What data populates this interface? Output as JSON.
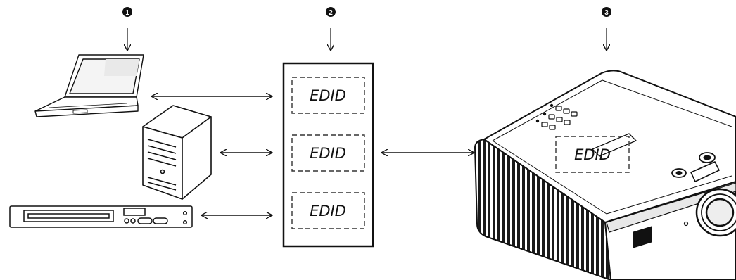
{
  "callouts": [
    "1",
    "2",
    "3"
  ],
  "edid_blocks": [
    "EDID",
    "EDID",
    "EDID"
  ],
  "projector_edid": "EDID",
  "colors": {
    "line": "#111111",
    "fill": "#ffffff",
    "grille": "#1a1a1a"
  },
  "icons": [
    "laptop-icon",
    "tower-computer-icon",
    "media-player-icon",
    "projector-icon",
    "double-arrow-icon"
  ]
}
